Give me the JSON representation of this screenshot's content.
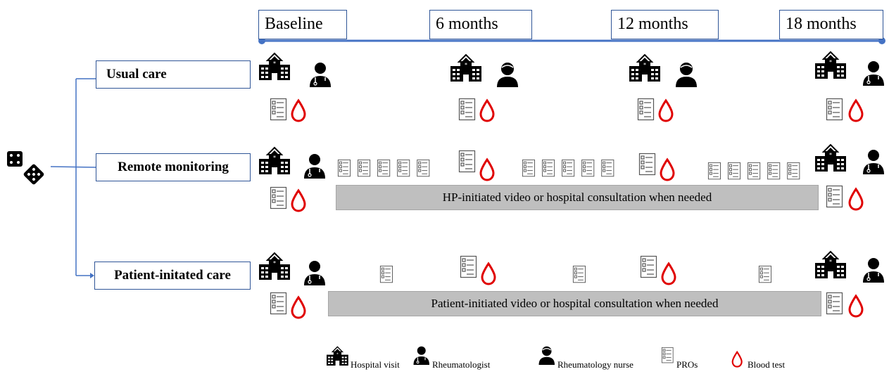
{
  "timeline": {
    "points": [
      "Baseline",
      "6 months",
      "12 months",
      "18 months"
    ]
  },
  "arms": [
    {
      "label": "Usual care"
    },
    {
      "label": "Remote monitoring"
    },
    {
      "label": "Patient-initated care"
    }
  ],
  "bars": {
    "remote": "HP-initiated  video  or hospital  consultation  when  needed",
    "patient": "Patient-initiated  video  or hospital  consultation  when  needed"
  },
  "legend": [
    {
      "icon": "hospital-icon",
      "label": "Hospital visit"
    },
    {
      "icon": "rheumatologist-icon",
      "label": "Rheumatologist"
    },
    {
      "icon": "nurse-icon",
      "label": "Rheumatology nurse"
    },
    {
      "icon": "pro-form-icon",
      "label": "PROs"
    },
    {
      "icon": "blood-drop-icon",
      "label": "Blood test"
    }
  ],
  "colors": {
    "line": "#4472c4",
    "box_border": "#2f5597",
    "blood": "#e00000",
    "bar": "#bfbfbf"
  }
}
